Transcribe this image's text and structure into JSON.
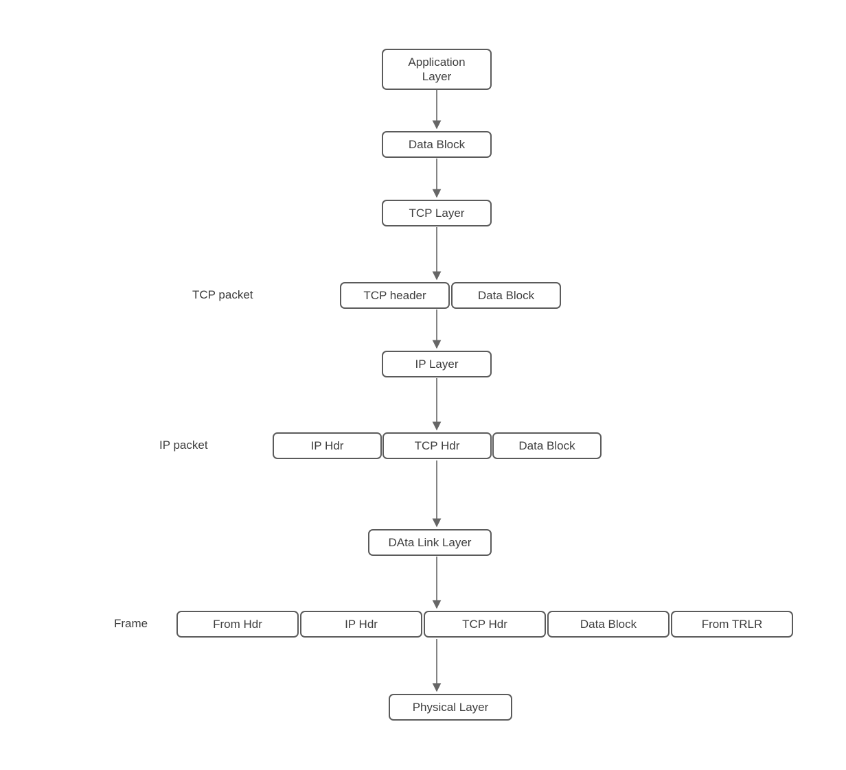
{
  "diagram": {
    "description": "TCP/IP protocol stack encapsulation flow",
    "colors": {
      "background": "#ffffff",
      "box_border": "#5b5b5b",
      "box_fill": "#ffffff",
      "text": "#3d3d3d",
      "arrow": "#666666"
    },
    "nodes": {
      "application_layer": "Application Layer",
      "data_block_top": "Data Block",
      "tcp_layer": "TCP Layer",
      "tcp_header": "TCP header",
      "tcp_packet_data_block": "Data Block",
      "ip_layer": "IP Layer",
      "ip_hdr": "IP Hdr",
      "tcp_hdr": "TCP Hdr",
      "ip_packet_data_block": "Data Block",
      "data_link_layer": "DAta Link Layer",
      "frame_from_hdr": "From Hdr",
      "frame_ip_hdr": "IP Hdr",
      "frame_tcp_hdr": "TCP Hdr",
      "frame_data_block": "Data Block",
      "frame_from_trlr": "From TRLR",
      "physical_layer": "Physical Layer"
    },
    "row_labels": {
      "tcp_packet": "TCP packet",
      "ip_packet": "IP packet",
      "frame": "Frame"
    }
  }
}
